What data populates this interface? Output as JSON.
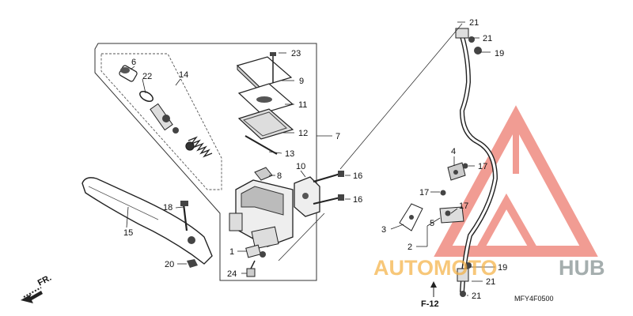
{
  "callouts": {
    "c1": "1",
    "c2": "2",
    "c3": "3",
    "c4": "4",
    "c5": "5",
    "c6": "6",
    "c7": "7",
    "c8": "8",
    "c9": "9",
    "c10": "10",
    "c11": "11",
    "c12": "12",
    "c13": "13",
    "c14": "14",
    "c15": "15",
    "c16a": "16",
    "c16b": "16",
    "c17a": "17",
    "c17b": "17",
    "c17c": "17",
    "c18": "18",
    "c19a": "19",
    "c19b": "19",
    "c20": "20",
    "c21a": "21",
    "c21b": "21",
    "c21c": "21",
    "c21d": "21",
    "c22": "22",
    "c23": "23",
    "c24": "24"
  },
  "front_label": "FR.",
  "reference": "F-12",
  "diagram_code": "MFY4F0500",
  "watermark": {
    "text_part1": "AUTOMOTO",
    "text_part2": "HUB",
    "color_part1": "#f5b041",
    "color_part2": "#7f8c8d",
    "logo_color": "#e74c3c"
  }
}
